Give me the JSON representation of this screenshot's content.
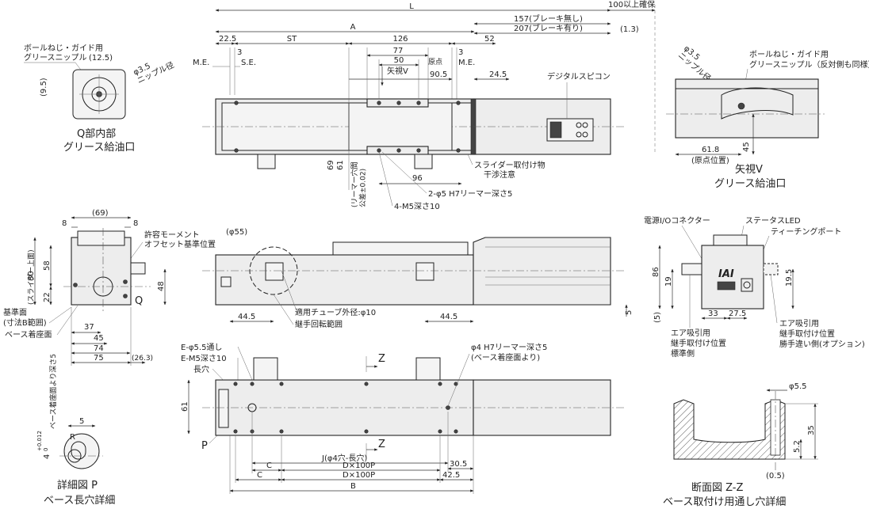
{
  "top_view": {
    "dims": {
      "L": "L",
      "secure_100": "100以上確保",
      "brake_none": "157(ブレーキ無し)",
      "brake_with": "207(ブレーキ有り)",
      "d_1_3": "(1.3)",
      "A": "A",
      "d_22_5": "22.5",
      "ST": "ST",
      "d_126": "126",
      "d_52": "52",
      "d_77": "77",
      "d_50": "50",
      "d_3a": "3",
      "d_3b": "3",
      "ME_left": "M.E.",
      "SE": "S.E.",
      "origin": "原点",
      "ME_right": "M.E.",
      "d_90_5": "90.5",
      "d_24_5": "24.5",
      "d_69": "69",
      "d_61": "61",
      "d_96": "96",
      "view_v": "矢視V",
      "reamer_note": "(リーマー穴間\n公差±0.02)"
    },
    "labels": {
      "digital_speedcon": "デジタルスピコン",
      "slider_interference_1": "スライダー取付け物",
      "slider_interference_2": "干渉注意",
      "reamer": "2-φ5 H7リーマー深さ5",
      "tap": "4-M5深さ10"
    }
  },
  "q_detail": {
    "grease_label_1": "ボールねじ・ガイド用",
    "grease_label_2": "グリースニップル",
    "d_12_5": "(12.5)",
    "d_9_5": "(9.5)",
    "nipple_dia": "φ3.5\nニップル径",
    "title_1": "Q部内部",
    "title_2": "グリース給油口"
  },
  "view_v": {
    "nipple_dia": "φ3.5\nニップル径",
    "grease_label_1": "ボールねじ・ガイド用",
    "grease_label_2": "グリースニップル（反対側も同様）",
    "d_61_8": "61.8",
    "origin_pos": "(原点位置)",
    "d_45": "45",
    "title_1": "矢視V",
    "title_2": "グリース給油口"
  },
  "end_view": {
    "d_69": "(69)",
    "d_8a": "8",
    "d_8b": "8",
    "moment_1": "許容モーメント",
    "moment_2": "オフセット基準位置",
    "d_80": "80",
    "slider_top": "(スライダー上面)",
    "d_58": "58",
    "d_48": "48",
    "d_22": "22",
    "Q": "Q",
    "base_ref_1": "基準面",
    "base_ref_2": "(寸法B範囲)",
    "base_seat": "ベース着座面",
    "d_37": "37",
    "d_45": "45",
    "d_74": "74",
    "d_75": "75",
    "d_26_3": "(26.3)"
  },
  "side_view": {
    "d_55": "(φ55)",
    "tube_od": "適用チューブ外径:φ10",
    "joint_range": "継手回転範囲",
    "d_44_5a": "44.5",
    "d_44_5b": "44.5",
    "d_5": "5"
  },
  "right_end_view": {
    "power_io": "電源I/Oコネクター",
    "status_led": "ステータスLED",
    "teaching_port": "ティーチングポート",
    "brand": "IAI",
    "d_86": "86",
    "d_19": "19",
    "d_19_5": "19.5",
    "d_5": "(5)",
    "d_33": "33",
    "d_27_5": "27.5",
    "air_std_1": "エア吸引用",
    "air_std_2": "継手取付け位置",
    "air_std_3": "標準側",
    "air_opt_1": "エア吸引用",
    "air_opt_2": "継手取付け位置",
    "air_opt_3": "勝手違い側(オプション)"
  },
  "bottom_view": {
    "through": "E-φ5.5通し",
    "tap": "E-M5深さ10",
    "slot": "長穴",
    "d_61": "61",
    "P": "P",
    "Z1": "Z",
    "Z2": "Z",
    "reamer_1": "φ4 H7リーマー深さ5",
    "reamer_2": "(ベース着座面より)",
    "J": "J(φ4穴-長穴)",
    "d_30_5": "30.5",
    "C1": "C",
    "C2": "C",
    "D100P_1": "D×100P",
    "D100P_2": "D×100P",
    "d_42_5": "42.5",
    "B": "B"
  },
  "detail_p": {
    "d_5": "5",
    "tol": "4",
    "tol_sup": "+0.012",
    "tol_sub": "0",
    "depth": "ベース着座面より深さ5",
    "R": "R",
    "title_1": "詳細図 P",
    "title_2": "ベース長穴詳細"
  },
  "section_zz": {
    "d_5_5": "φ5.5",
    "d_35": "35",
    "d_5_2": "5.2",
    "d_0_5": "(0.5)",
    "title_1": "断面図 Z-Z",
    "title_2": "ベース取付け用通し穴詳細"
  }
}
